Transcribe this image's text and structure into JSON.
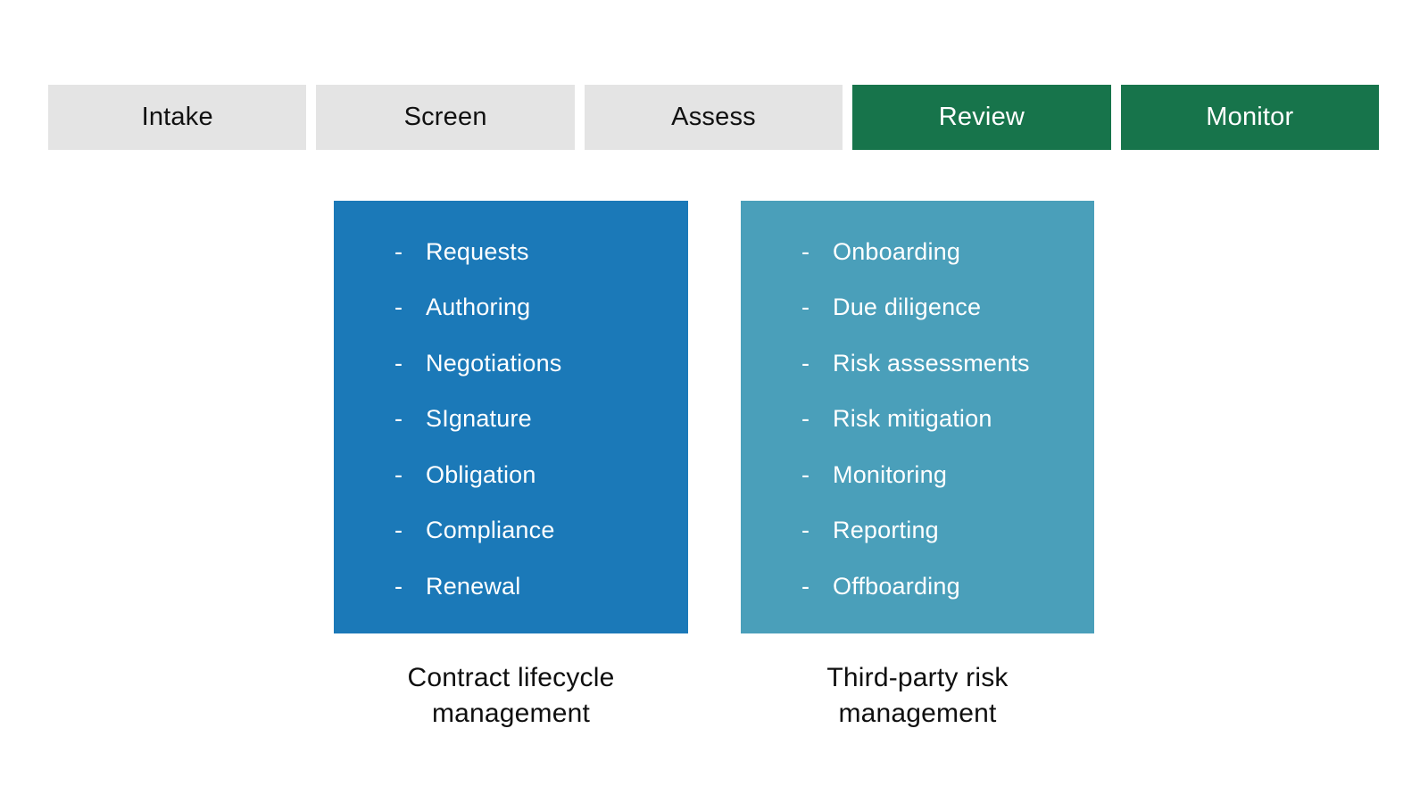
{
  "bullet": "-",
  "colors": {
    "stage_inactive_bg": "#e4e4e4",
    "stage_inactive_text": "#111111",
    "stage_active_bg": "#17744b",
    "stage_active_text": "#ffffff",
    "panel_clm_bg": "#1b79b8",
    "panel_tprm_bg": "#4a9fba",
    "panel_text": "#ffffff",
    "caption_text": "#0f0f0f",
    "page_bg": "#ffffff"
  },
  "stages": [
    {
      "label": "Intake",
      "active": false
    },
    {
      "label": "Screen",
      "active": false
    },
    {
      "label": "Assess",
      "active": false
    },
    {
      "label": "Review",
      "active": true
    },
    {
      "label": "Monitor",
      "active": true
    }
  ],
  "panels": [
    {
      "id": "contract-lifecycle-management",
      "caption_lines": [
        "Contract lifecycle",
        "management"
      ],
      "items": [
        {
          "label": "Requests"
        },
        {
          "label": "Authoring"
        },
        {
          "label": "Negotiations"
        },
        {
          "label": "SIgnature"
        },
        {
          "label": "Obligation"
        },
        {
          "label": "Compliance"
        },
        {
          "label": "Renewal"
        }
      ]
    },
    {
      "id": "third-party-risk-management",
      "caption_lines": [
        "Third-party risk",
        "management"
      ],
      "items": [
        {
          "label": "Onboarding"
        },
        {
          "label": "Due diligence"
        },
        {
          "label": "Risk assessments"
        },
        {
          "label": "Risk mitigation"
        },
        {
          "label": "Monitoring"
        },
        {
          "label": "Reporting"
        },
        {
          "label": "Offboarding"
        }
      ]
    }
  ]
}
